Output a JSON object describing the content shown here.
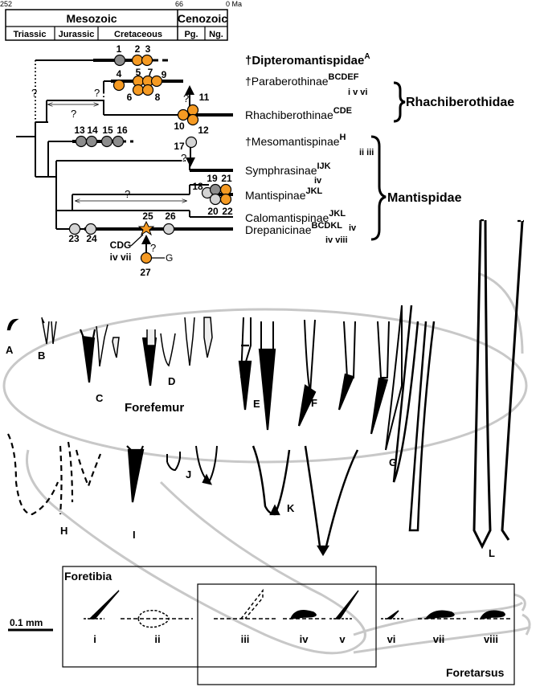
{
  "timescale": {
    "ticks": [
      "252",
      "66",
      "0 Ma"
    ],
    "eras": [
      "Mesozoic",
      "Cenozoic"
    ],
    "periods": [
      "Triassic",
      "Jurassic",
      "Cretaceous",
      "Pg.",
      "Ng."
    ]
  },
  "taxa": [
    {
      "name": "†Dipteromantispidae",
      "sup": "A",
      "sub": ""
    },
    {
      "name": "†Paraberothinae",
      "sup": "BCDEF",
      "sub": "i v vi"
    },
    {
      "name": "Rhachiberothinae",
      "sup": "CDE",
      "sub": ""
    },
    {
      "name": "†Mesomantispinae",
      "sup": "H",
      "sub": "ii iii"
    },
    {
      "name": "Symphrasinae",
      "sup": "IJK",
      "sub": "iv"
    },
    {
      "name": "Mantispinae",
      "sup": "JKL",
      "sub": ""
    },
    {
      "name": "Calomantispinae",
      "sup": "JKL",
      "sub": "iv"
    },
    {
      "name": "Drepanicinae",
      "sup": "BCDKL",
      "sub": "iv viii"
    }
  ],
  "families": [
    "Rhachiberothidae",
    "Mantispidae"
  ],
  "nodes": [
    "1",
    "2",
    "3",
    "4",
    "5",
    "6",
    "7",
    "8",
    "9",
    "10",
    "11",
    "12",
    "13",
    "14",
    "15",
    "16",
    "17",
    "18",
    "19",
    "20",
    "21",
    "22",
    "23",
    "24",
    "25",
    "26",
    "27"
  ],
  "question_mark": "?",
  "annotations": {
    "cdg": "CDG",
    "cdg_sub": "iv vii",
    "g": "G"
  },
  "setae_labels": [
    "A",
    "B",
    "C",
    "D",
    "E",
    "F",
    "G",
    "H",
    "I",
    "J",
    "K",
    "L"
  ],
  "forefemur_label": "Forefemur",
  "foretibia_label": "Foretibia",
  "foretarsus_label": "Foretarsus",
  "scale_label": "0.1 mm",
  "roman_labels": [
    "i",
    "ii",
    "iii",
    "iv",
    "v",
    "vi",
    "vii",
    "viii"
  ],
  "colors": {
    "orange": "#f59a23",
    "dark_gray": "#8c8c8c",
    "light_gray": "#d4d4d4",
    "outline_gray": "#c8c8c8"
  }
}
